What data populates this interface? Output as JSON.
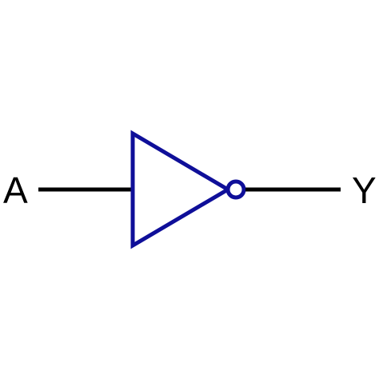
{
  "diagram": {
    "type": "logic-gate",
    "gate": "NOT",
    "input_label": "A",
    "output_label": "Y",
    "colors": {
      "gate_stroke": "#0f0f99",
      "wire": "#000000",
      "text": "#000000",
      "background": "#ffffff"
    }
  }
}
